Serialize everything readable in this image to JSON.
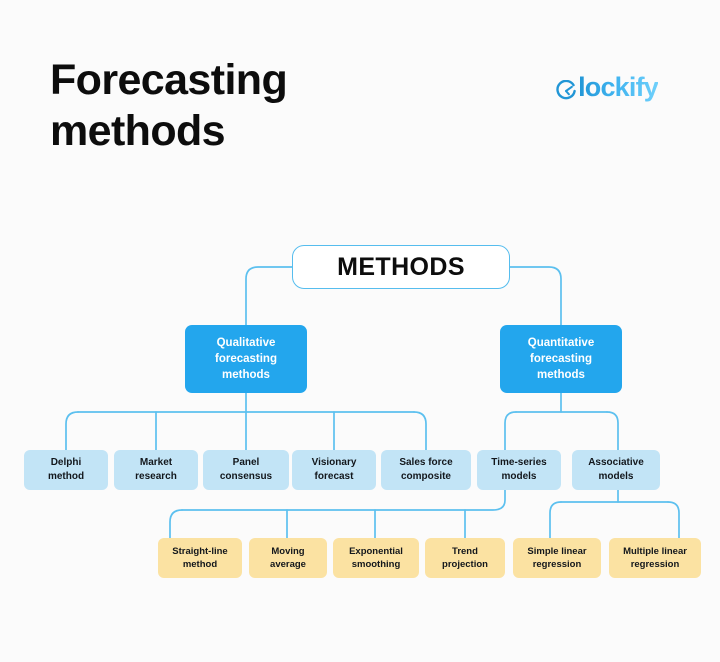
{
  "header": {
    "title": "Forecasting\nmethods",
    "brand_name": "lockify",
    "brand_mark_icon": "clockify-clock-icon",
    "brand_color_start": "#2196d6",
    "brand_color_end": "#6fd0fb"
  },
  "theme": {
    "background": "#fbfbfb",
    "line_color": "#5cc0ef",
    "root_border": "#56bdee",
    "level1_fill": "#23a6ed",
    "level1_text": "#ffffff",
    "level2_fill": "#c2e4f6",
    "level3_fill": "#fbe2a2",
    "node_text": "#13171c"
  },
  "diagram": {
    "type": "tree",
    "root": {
      "label": "METHODS"
    },
    "level1": [
      {
        "id": "qualitative",
        "label": "Qualitative\nforecasting\nmethods"
      },
      {
        "id": "quantitative",
        "label": "Quantitative\nforecasting\nmethods"
      }
    ],
    "level2": [
      {
        "id": "delphi",
        "label": "Delphi\nmethod",
        "parent": "qualitative"
      },
      {
        "id": "market-research",
        "label": "Market\nresearch",
        "parent": "qualitative"
      },
      {
        "id": "panel-consensus",
        "label": "Panel\nconsensus",
        "parent": "qualitative"
      },
      {
        "id": "visionary-forecast",
        "label": "Visionary\nforecast",
        "parent": "qualitative"
      },
      {
        "id": "sales-force-composite",
        "label": "Sales force\ncomposite",
        "parent": "qualitative"
      },
      {
        "id": "time-series-models",
        "label": "Time-series\nmodels",
        "parent": "quantitative"
      },
      {
        "id": "associative-models",
        "label": "Associative\nmodels",
        "parent": "quantitative"
      }
    ],
    "level3": [
      {
        "id": "straight-line-method",
        "label": "Straight-line\nmethod",
        "parent": "time-series-models"
      },
      {
        "id": "moving-average",
        "label": "Moving\naverage",
        "parent": "time-series-models"
      },
      {
        "id": "exponential-smoothing",
        "label": "Exponential\nsmoothing",
        "parent": "time-series-models"
      },
      {
        "id": "trend-projection",
        "label": "Trend\nprojection",
        "parent": "time-series-models"
      },
      {
        "id": "simple-linear-regression",
        "label": "Simple linear\nregression",
        "parent": "associative-models"
      },
      {
        "id": "multiple-linear-regression",
        "label": "Multiple linear\nregression",
        "parent": "associative-models"
      }
    ]
  }
}
